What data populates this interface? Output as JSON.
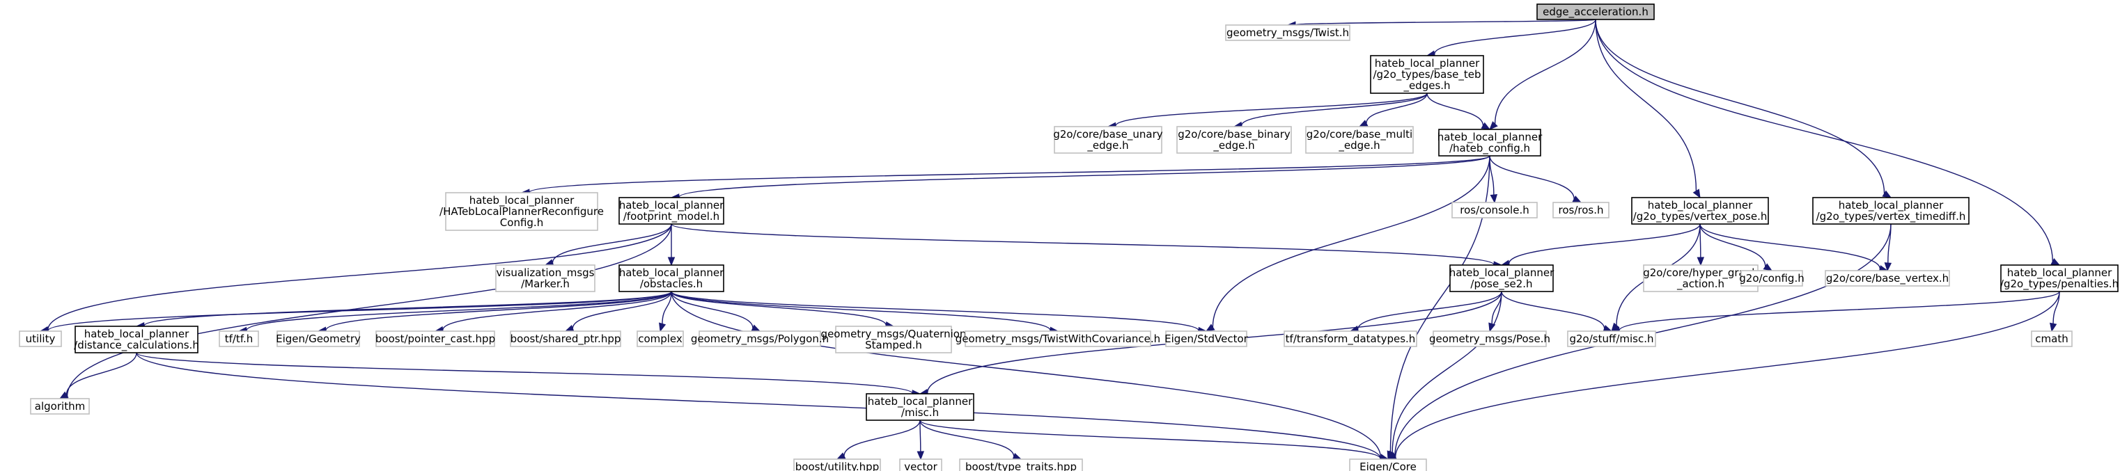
{
  "colors": {
    "edge": "#191970",
    "root_fill": "#bfbfbf",
    "internal_border": "#000000",
    "external_border": "#bfbfbf",
    "text": "#000000"
  },
  "nodes": {
    "root": {
      "lines": [
        "edge_acceleration.h"
      ],
      "kind": "root"
    },
    "twist": {
      "lines": [
        "geometry_msgs/Twist.h"
      ],
      "kind": "external"
    },
    "base_teb": {
      "lines": [
        "hateb_local_planner",
        "/g2o_types/base_teb",
        "_edges.h"
      ],
      "kind": "internal"
    },
    "unary": {
      "lines": [
        "g2o/core/base_unary",
        "_edge.h"
      ],
      "kind": "external"
    },
    "binary": {
      "lines": [
        "g2o/core/base_binary",
        "_edge.h"
      ],
      "kind": "external"
    },
    "multi": {
      "lines": [
        "g2o/core/base_multi",
        "_edge.h"
      ],
      "kind": "external"
    },
    "hateb_config": {
      "lines": [
        "hateb_local_planner",
        "/hateb_config.h"
      ],
      "kind": "internal"
    },
    "hateb_reconf": {
      "lines": [
        "hateb_local_planner",
        "/HATebLocalPlannerReconfigure",
        "Config.h"
      ],
      "kind": "external"
    },
    "footprint": {
      "lines": [
        "hateb_local_planner",
        "/footprint_model.h"
      ],
      "kind": "internal"
    },
    "ros_console": {
      "lines": [
        "ros/console.h"
      ],
      "kind": "external"
    },
    "ros_ros": {
      "lines": [
        "ros/ros.h"
      ],
      "kind": "external"
    },
    "vertex_pose": {
      "lines": [
        "hateb_local_planner",
        "/g2o_types/vertex_pose.h"
      ],
      "kind": "internal"
    },
    "vertex_timediff": {
      "lines": [
        "hateb_local_planner",
        "/g2o_types/vertex_timediff.h"
      ],
      "kind": "internal"
    },
    "vis_marker": {
      "lines": [
        "visualization_msgs",
        "/Marker.h"
      ],
      "kind": "external"
    },
    "obstacles": {
      "lines": [
        "hateb_local_planner",
        "/obstacles.h"
      ],
      "kind": "internal"
    },
    "pose_se2": {
      "lines": [
        "hateb_local_planner",
        "/pose_se2.h"
      ],
      "kind": "internal"
    },
    "hyper_graph": {
      "lines": [
        "g2o/core/hyper_graph",
        "_action.h"
      ],
      "kind": "external"
    },
    "g2o_config": {
      "lines": [
        "g2o/config.h"
      ],
      "kind": "external"
    },
    "base_vertex": {
      "lines": [
        "g2o/core/base_vertex.h"
      ],
      "kind": "external"
    },
    "penalties": {
      "lines": [
        "hateb_local_planner",
        "/g2o_types/penalties.h"
      ],
      "kind": "internal"
    },
    "utility": {
      "lines": [
        "utility"
      ],
      "kind": "external"
    },
    "dist_calc": {
      "lines": [
        "hateb_local_planner",
        "/distance_calculations.h"
      ],
      "kind": "internal"
    },
    "tf": {
      "lines": [
        "tf/tf.h"
      ],
      "kind": "external"
    },
    "eigen_geometry": {
      "lines": [
        "Eigen/Geometry"
      ],
      "kind": "external"
    },
    "pointer_cast": {
      "lines": [
        "boost/pointer_cast.hpp"
      ],
      "kind": "external"
    },
    "shared_ptr": {
      "lines": [
        "boost/shared_ptr.hpp"
      ],
      "kind": "external"
    },
    "complex": {
      "lines": [
        "complex"
      ],
      "kind": "external"
    },
    "polygon": {
      "lines": [
        "geometry_msgs/Polygon.h"
      ],
      "kind": "external"
    },
    "quat_stamped": {
      "lines": [
        "geometry_msgs/Quaternion",
        "Stamped.h"
      ],
      "kind": "external"
    },
    "twist_cov": {
      "lines": [
        "geometry_msgs/TwistWithCovariance.h"
      ],
      "kind": "external"
    },
    "stdvector": {
      "lines": [
        "Eigen/StdVector"
      ],
      "kind": "external"
    },
    "tf_transform": {
      "lines": [
        "tf/transform_datatypes.h"
      ],
      "kind": "external"
    },
    "geom_pose": {
      "lines": [
        "geometry_msgs/Pose.h"
      ],
      "kind": "external"
    },
    "g2o_misc": {
      "lines": [
        "g2o/stuff/misc.h"
      ],
      "kind": "external"
    },
    "cmath": {
      "lines": [
        "cmath"
      ],
      "kind": "external"
    },
    "algorithm": {
      "lines": [
        "algorithm"
      ],
      "kind": "external"
    },
    "misc_h": {
      "lines": [
        "hateb_local_planner",
        "/misc.h"
      ],
      "kind": "internal"
    },
    "boost_utility": {
      "lines": [
        "boost/utility.hpp"
      ],
      "kind": "external"
    },
    "vector": {
      "lines": [
        "vector"
      ],
      "kind": "external"
    },
    "type_traits": {
      "lines": [
        "boost/type_traits.hpp"
      ],
      "kind": "external"
    },
    "eigen_core": {
      "lines": [
        "Eigen/Core"
      ],
      "kind": "external"
    }
  },
  "edges": [
    [
      "root",
      "twist"
    ],
    [
      "root",
      "base_teb"
    ],
    [
      "root",
      "hateb_config"
    ],
    [
      "root",
      "vertex_pose"
    ],
    [
      "root",
      "vertex_timediff"
    ],
    [
      "root",
      "penalties"
    ],
    [
      "base_teb",
      "unary"
    ],
    [
      "base_teb",
      "binary"
    ],
    [
      "base_teb",
      "multi"
    ],
    [
      "base_teb",
      "hateb_config"
    ],
    [
      "hateb_config",
      "hateb_reconf"
    ],
    [
      "hateb_config",
      "footprint"
    ],
    [
      "hateb_config",
      "ros_console"
    ],
    [
      "hateb_config",
      "ros_ros"
    ],
    [
      "hateb_config",
      "stdvector"
    ],
    [
      "hateb_config",
      "eigen_core"
    ],
    [
      "footprint",
      "vis_marker"
    ],
    [
      "footprint",
      "obstacles"
    ],
    [
      "footprint",
      "pose_se2"
    ],
    [
      "footprint",
      "utility"
    ],
    [
      "footprint",
      "algorithm"
    ],
    [
      "vertex_pose",
      "pose_se2"
    ],
    [
      "vertex_pose",
      "hyper_graph"
    ],
    [
      "vertex_pose",
      "g2o_config"
    ],
    [
      "vertex_pose",
      "base_vertex"
    ],
    [
      "vertex_pose",
      "g2o_misc"
    ],
    [
      "vertex_timediff",
      "base_vertex"
    ],
    [
      "vertex_timediff",
      "eigen_core"
    ],
    [
      "penalties",
      "g2o_misc"
    ],
    [
      "penalties",
      "cmath"
    ],
    [
      "penalties",
      "eigen_core"
    ],
    [
      "obstacles",
      "utility"
    ],
    [
      "obstacles",
      "dist_calc"
    ],
    [
      "obstacles",
      "tf"
    ],
    [
      "obstacles",
      "eigen_geometry"
    ],
    [
      "obstacles",
      "pointer_cast"
    ],
    [
      "obstacles",
      "shared_ptr"
    ],
    [
      "obstacles",
      "complex"
    ],
    [
      "obstacles",
      "polygon"
    ],
    [
      "obstacles",
      "quat_stamped"
    ],
    [
      "obstacles",
      "twist_cov"
    ],
    [
      "obstacles",
      "stdvector"
    ],
    [
      "obstacles",
      "eigen_core"
    ],
    [
      "pose_se2",
      "tf_transform"
    ],
    [
      "pose_se2",
      "geom_pose"
    ],
    [
      "pose_se2",
      "g2o_misc"
    ],
    [
      "pose_se2",
      "misc_h"
    ],
    [
      "pose_se2",
      "eigen_core"
    ],
    [
      "dist_calc",
      "algorithm"
    ],
    [
      "dist_calc",
      "misc_h"
    ],
    [
      "dist_calc",
      "eigen_core"
    ],
    [
      "misc_h",
      "boost_utility"
    ],
    [
      "misc_h",
      "vector"
    ],
    [
      "misc_h",
      "type_traits"
    ],
    [
      "misc_h",
      "eigen_core"
    ]
  ]
}
